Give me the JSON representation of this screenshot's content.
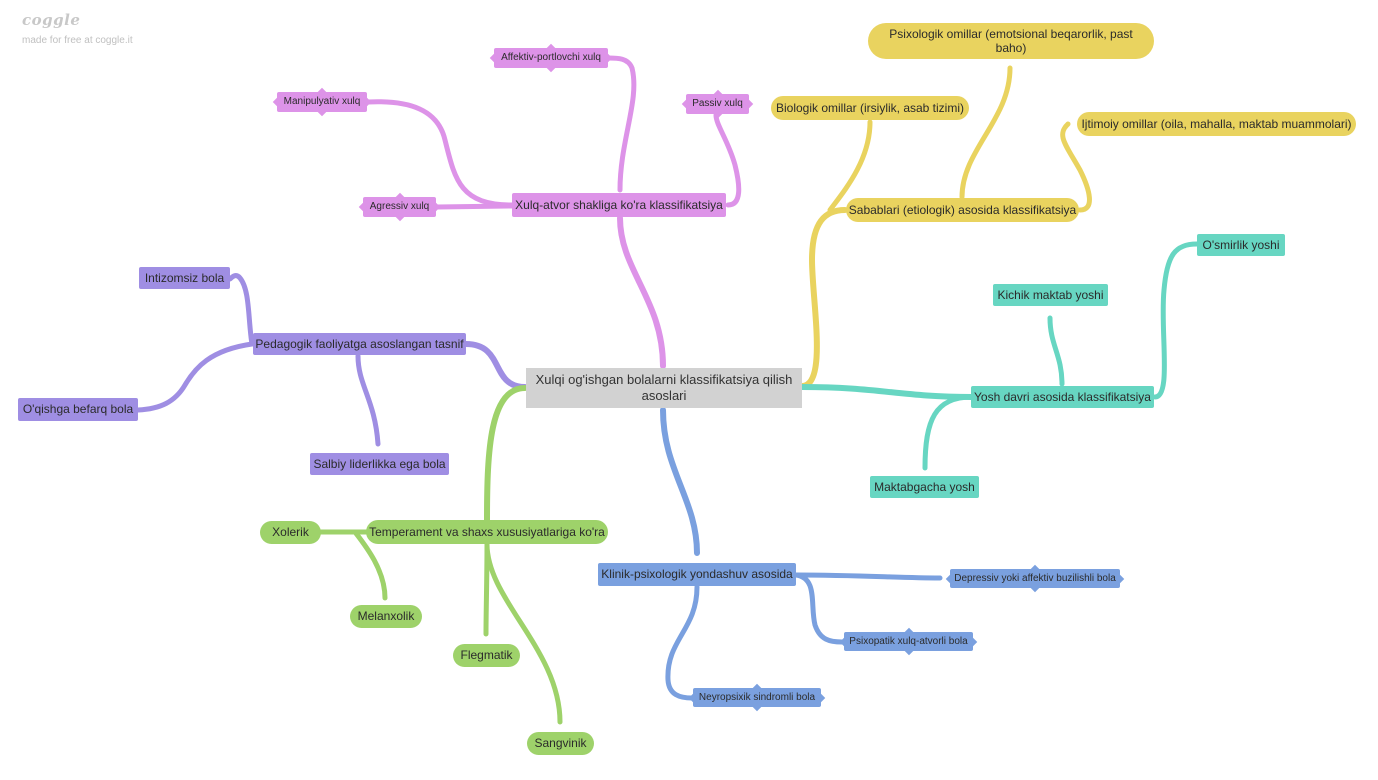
{
  "watermark": {
    "logo": "coggle",
    "subtitle": "made for free at coggle.it"
  },
  "colors": {
    "center": "#d2d2d2",
    "pink": "#dd93e8",
    "yellow": "#e9d35f",
    "teal": "#67d6c2",
    "purple": "#9f8ee3",
    "green": "#9ed26a",
    "blue": "#7aa0df"
  },
  "nodes": {
    "center": "Xulqi og'ishgan bolalarni klassifikatsiya qilish asoslari",
    "forma": "Xulq-atvor shakliga ko'ra klassifikatsiya",
    "affektiv": "Affektiv-portlovchi xulq",
    "manipulyativ": "Manipulyativ xulq",
    "passiv": "Passiv xulq",
    "agressiv": "Agressiv xulq",
    "sabablari": "Sabablari (etiologik) asosida klassifikatsiya",
    "psixologik": "Psixologik omillar (emotsional beqarorlik, past baho)",
    "biologik": "Biologik omillar (irsiylik, asab tizimi)",
    "ijtimoiy": "Ijtimoiy omillar (oila, mahalla, maktab muammolari)",
    "yosh": "Yosh davri asosida klassifikatsiya",
    "osmirlik": "O'smirlik yoshi",
    "kichik": "Kichik maktab yoshi",
    "maktabgacha": "Maktabgacha yosh",
    "pedagogik": "Pedagogik faoliyatga asoslangan tasnif",
    "intizomsiz": "Intizomsiz bola",
    "oqishga": "O'qishga befarq bola",
    "salbiy": "Salbiy liderlikka ega bola",
    "temperament": "Temperament va shaxs xususiyatlariga ko'ra",
    "xolerik": "Xolerik",
    "melanxolik": "Melanxolik",
    "flegmatik": "Flegmatik",
    "sangvinik": "Sangvinik",
    "klinik": "Klinik-psixologik yondashuv asosida",
    "depressiv": "Depressiv yoki affektiv buzilishli bola",
    "psixopatik": "Psixopatik xulq-atvorli bola",
    "neyro": "Neyropsixik sindromli bola"
  }
}
